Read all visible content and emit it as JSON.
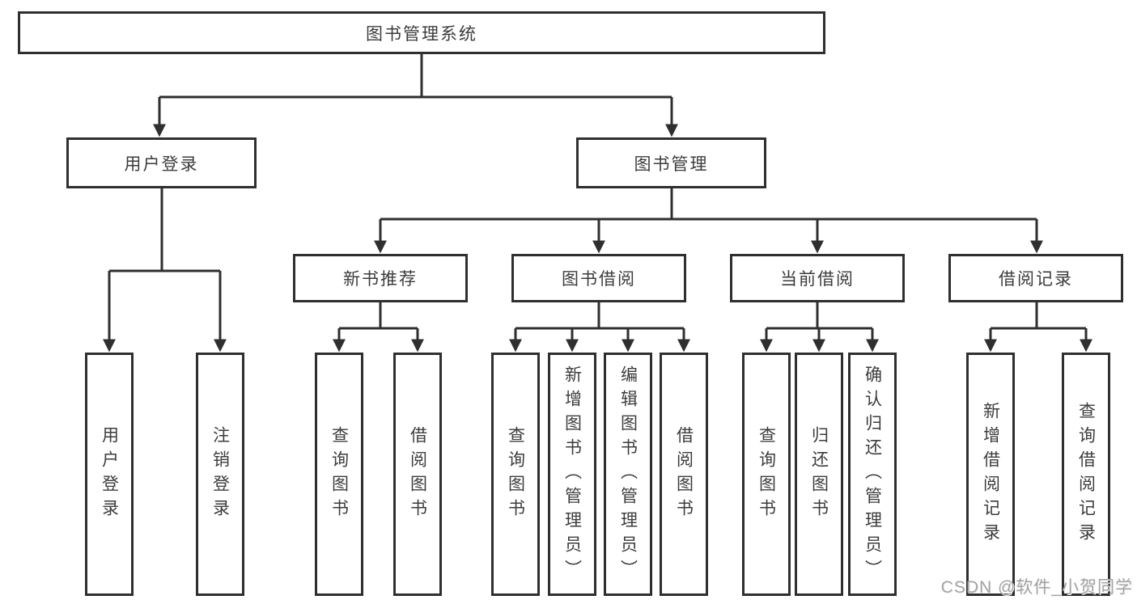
{
  "diagram": {
    "root": {
      "label": "图书管理系统"
    },
    "user_login": {
      "label": "用户登录",
      "children": [
        {
          "label": "用户登录"
        },
        {
          "label": "注销登录"
        }
      ]
    },
    "book_management": {
      "label": "图书管理",
      "sections": [
        {
          "label": "新书推荐",
          "children": [
            {
              "label": "查询图书"
            },
            {
              "label": "借阅图书"
            }
          ]
        },
        {
          "label": "图书借阅",
          "children": [
            {
              "label": "查询图书"
            },
            {
              "label": "新增图书（管理员）"
            },
            {
              "label": "编辑图书（管理员）"
            },
            {
              "label": "借阅图书"
            }
          ]
        },
        {
          "label": "当前借阅",
          "children": [
            {
              "label": "查询图书"
            },
            {
              "label": "归还图书"
            },
            {
              "label": "确认归还（管理员）"
            }
          ]
        },
        {
          "label": "借阅记录",
          "children": [
            {
              "label": "新增借阅记录"
            },
            {
              "label": "查询借阅记录"
            }
          ]
        }
      ]
    }
  },
  "watermark": {
    "text": "CSDN @软件_小贺同学"
  },
  "colors": {
    "line": "#2f2f2f",
    "box_border": "#2f2f2f",
    "text": "#3c3c3c",
    "watermark": "#a3a3a3",
    "background": "#ffffff"
  }
}
